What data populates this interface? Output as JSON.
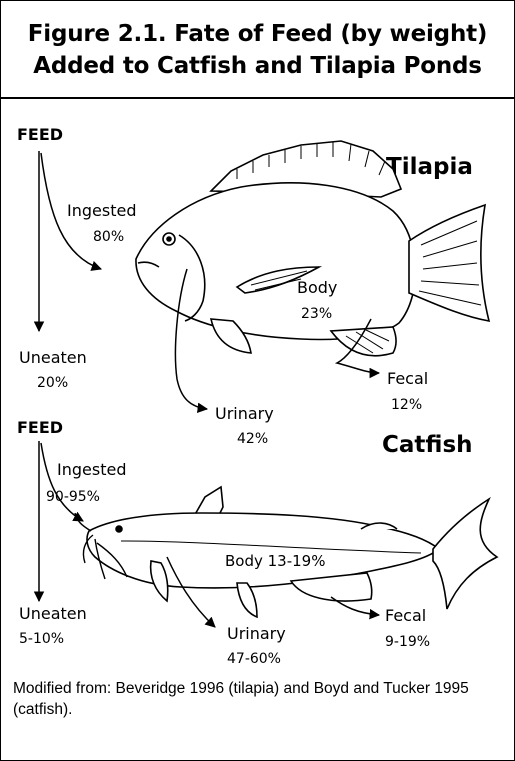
{
  "figure": {
    "title_line1": "Figure 2.1. Fate of Feed (by weight)",
    "title_line2": "Added to Catfish and Tilapia Ponds"
  },
  "tilapia": {
    "species": "Tilapia",
    "feed": "FEED",
    "ingested_label": "Ingested",
    "ingested_value": "80%",
    "uneaten_label": "Uneaten",
    "uneaten_value": "20%",
    "body_label": "Body",
    "body_value": "23%",
    "fecal_label": "Fecal",
    "fecal_value": "12%",
    "urinary_label": "Urinary",
    "urinary_value": "42%"
  },
  "catfish": {
    "species": "Catfish",
    "feed": "FEED",
    "ingested_label": "Ingested",
    "ingested_value": "90-95%",
    "uneaten_label": "Uneaten",
    "uneaten_value": "5-10%",
    "body_text": "Body 13-19%",
    "urinary_label": "Urinary",
    "urinary_value": "47-60%",
    "fecal_label": "Fecal",
    "fecal_value": "9-19%"
  },
  "caption": "Modified from: Beveridge 1996 (tilapia) and Boyd and Tucker 1995 (catfish)."
}
